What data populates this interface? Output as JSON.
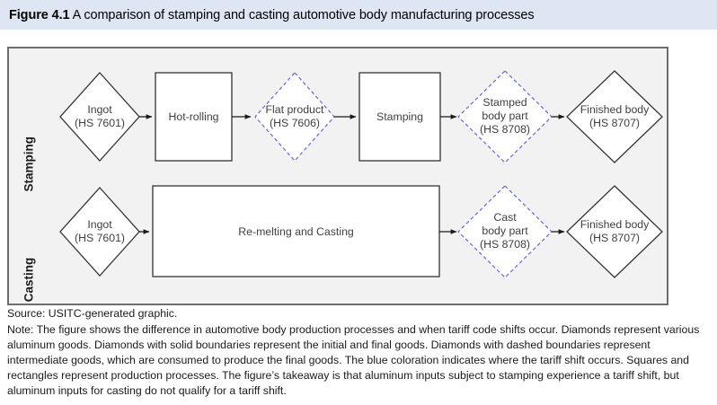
{
  "figure": {
    "number": "Figure 4.1",
    "title": " A comparison of stamping and casting automotive body manufacturing processes",
    "banner_color": "#dfe6f3"
  },
  "diagram": {
    "background": "#f2f2f2",
    "border_color": "#6b6f72",
    "solid_shape_color": "#333333",
    "dashed_shape_color": "#6666dd",
    "rows": [
      {
        "label": "Stamping",
        "nodes": [
          {
            "name": "ingot-stamping",
            "shape": "diamond",
            "border": "solid",
            "lines": [
              "Ingot",
              "(HS 7601)"
            ]
          },
          {
            "name": "hot-rolling",
            "shape": "rect",
            "border": "solid",
            "lines": [
              "Hot-rolling"
            ]
          },
          {
            "name": "flat-product",
            "shape": "diamond",
            "border": "dashed",
            "lines": [
              "Flat product",
              "(HS 7606)"
            ]
          },
          {
            "name": "stamping-process",
            "shape": "rect",
            "border": "solid",
            "lines": [
              "Stamping"
            ]
          },
          {
            "name": "stamped-body-part",
            "shape": "diamond",
            "border": "dashed",
            "lines": [
              "Stamped",
              "body part",
              "(HS 8708)"
            ]
          },
          {
            "name": "finished-body-stamping",
            "shape": "diamond",
            "border": "solid",
            "lines": [
              "Finished body",
              "(HS 8707)"
            ]
          }
        ]
      },
      {
        "label": "Casting",
        "nodes": [
          {
            "name": "ingot-casting",
            "shape": "diamond",
            "border": "solid",
            "lines": [
              "Ingot",
              "(HS 7601)"
            ]
          },
          {
            "name": "re-melting-and-casting",
            "shape": "rect",
            "border": "solid",
            "lines": [
              "Re-melting and Casting"
            ]
          },
          {
            "name": "cast-body-part",
            "shape": "diamond",
            "border": "dashed",
            "lines": [
              "Cast",
              "body part",
              "(HS 8708)"
            ]
          },
          {
            "name": "finished-body-casting",
            "shape": "diamond",
            "border": "solid",
            "lines": [
              "Finished body",
              "(HS 8707)"
            ]
          }
        ]
      }
    ]
  },
  "footnotes": {
    "source": "Source: USITC-generated graphic.",
    "note": "Note: The figure shows the difference in automotive body production processes and when tariff code shifts occur. Diamonds represent various aluminum goods. Diamonds with solid boundaries represent the initial and final goods. Diamonds with dashed boundaries represent intermediate goods, which are consumed to produce the final goods. The blue coloration indicates where the tariff shift occurs. Squares and rectangles represent production processes. The figure’s takeaway is that aluminum inputs subject to stamping experience a tariff shift, but aluminum inputs for casting do not qualify for a tariff shift."
  }
}
